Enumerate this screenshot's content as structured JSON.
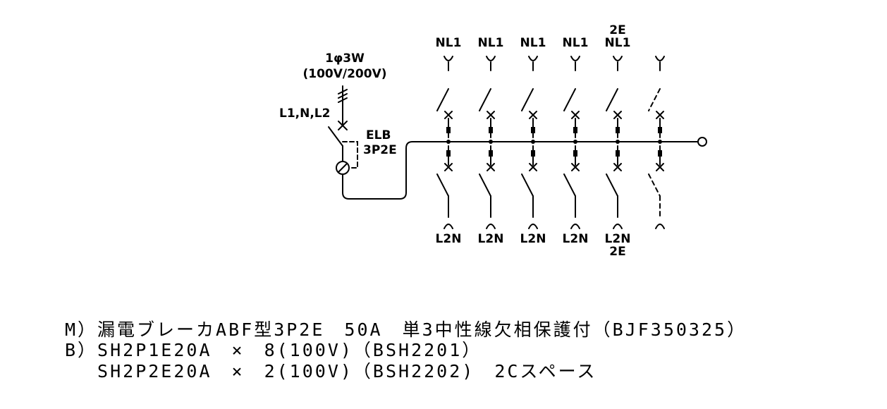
{
  "supply": {
    "phase": "1φ3W",
    "voltage": "(100V/200V)",
    "lines": "L1,N,L2"
  },
  "main_breaker": {
    "type": "ELB",
    "poles": "3P2E"
  },
  "circuits": [
    {
      "top": [
        "NL1"
      ],
      "bottom": [
        "L2N"
      ],
      "spare": false
    },
    {
      "top": [
        "NL1"
      ],
      "bottom": [
        "L2N"
      ],
      "spare": false
    },
    {
      "top": [
        "NL1"
      ],
      "bottom": [
        "L2N"
      ],
      "spare": false
    },
    {
      "top": [
        "NL1"
      ],
      "bottom": [
        "L2N"
      ],
      "spare": false
    },
    {
      "top": [
        "2E",
        "NL1"
      ],
      "bottom": [
        "L2N",
        "2E"
      ],
      "spare": false
    },
    {
      "top": [],
      "bottom": [],
      "spare": true
    }
  ],
  "spec_lines": [
    "M）漏電ブレーカABF型3P2E　50A　単3中性線欠相保護付（BJF350325）",
    "B）SH2P1E20A　×　8(100V)（BSH2201）",
    "　 SH2P2E20A　×　2(100V)（BSH2202)　2Cスペース"
  ],
  "colors": {
    "line": "#000000",
    "background": "#ffffff"
  }
}
